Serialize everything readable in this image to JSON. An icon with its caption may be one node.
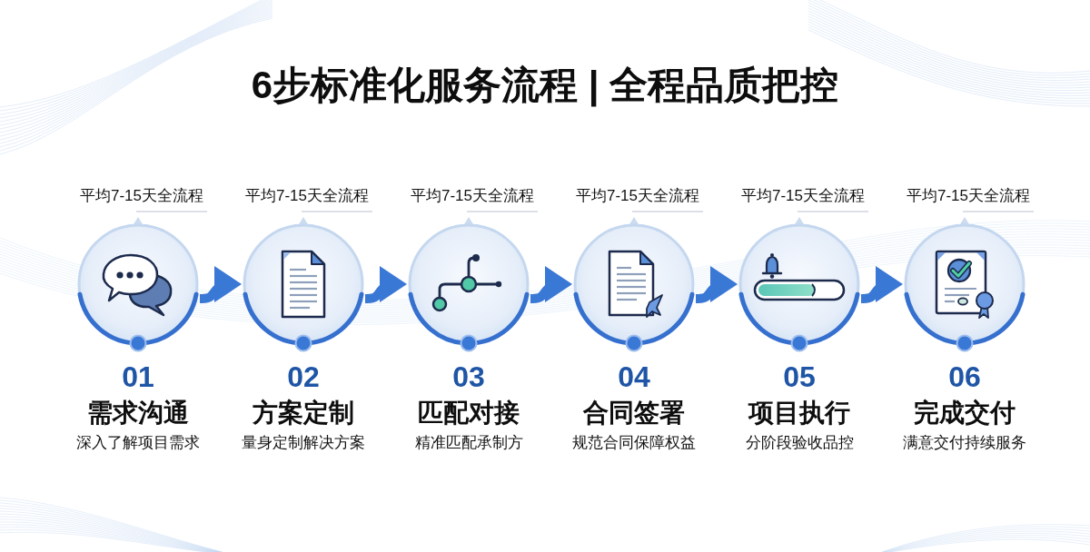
{
  "diagram": {
    "title": "6步标准化服务流程 | 全程品质把控",
    "nodes": [
      {
        "text": [
          "01",
          "需求沟通",
          "深入了解项目需求"
        ],
        "beside": [
          "平均7-15天全流程"
        ]
      },
      {
        "text": [
          "02",
          "方案定制",
          "量身定制解决方案"
        ],
        "beside": [
          "平均7-15天全流程"
        ]
      },
      {
        "text": [
          "03",
          "匹配对接",
          "精准匹配承制方"
        ],
        "beside": [
          "平均7-15天全流程"
        ]
      },
      {
        "text": [
          "04",
          "合同签署",
          "规范合同保障权益"
        ],
        "beside": [
          "平均7-15天全流程"
        ]
      },
      {
        "text": [
          "05",
          "项目执行",
          "分阶段验收品控"
        ],
        "beside": [
          "平均7-15天全流程"
        ]
      },
      {
        "text": [
          "06",
          "完成交付",
          "满意交付持续服务"
        ],
        "beside": [
          "平均7-15天全流程"
        ]
      }
    ],
    "edges": [
      {
        "from": 0,
        "to": 1,
        "arrow": "to"
      },
      {
        "from": 1,
        "to": 2,
        "arrow": "to"
      },
      {
        "from": 2,
        "to": 3,
        "arrow": "to"
      },
      {
        "from": 3,
        "to": 4,
        "arrow": "to"
      },
      {
        "from": 4,
        "to": 5,
        "arrow": "to"
      }
    ]
  }
}
